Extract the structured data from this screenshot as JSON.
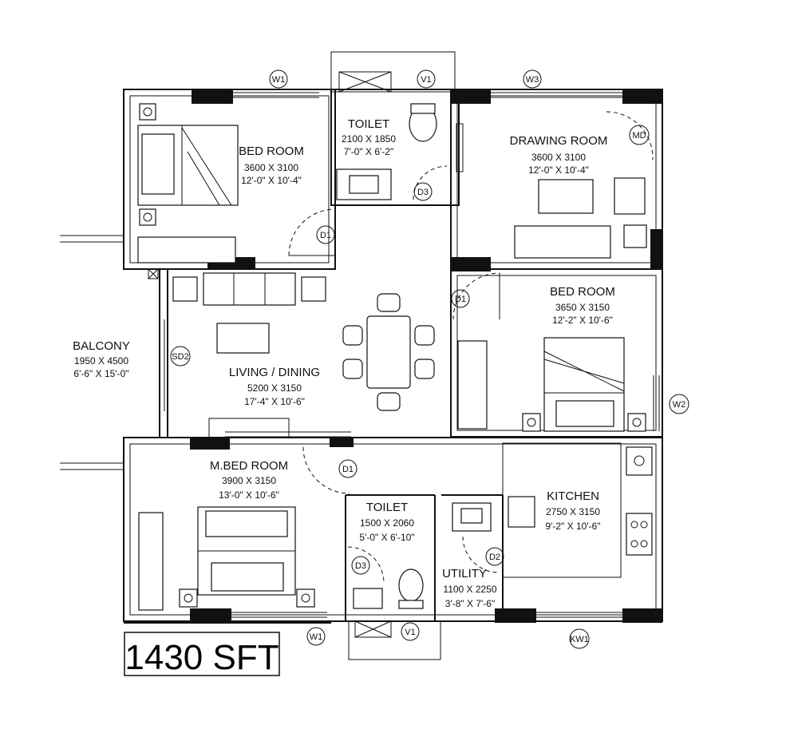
{
  "rooms": {
    "bedroom1": {
      "name": "BED ROOM",
      "dim_mm": "3600 X 3100",
      "dim_ft": "12'-0\" X 10'-4\""
    },
    "toilet1": {
      "name": "TOILET",
      "dim_mm": "2100 X 1850",
      "dim_ft": "7'-0\" X 6'-2\""
    },
    "drawing": {
      "name": "DRAWING ROOM",
      "dim_mm": "3600 X 3100",
      "dim_ft": "12'-0\" X 10'-4\""
    },
    "bedroom2": {
      "name": "BED ROOM",
      "dim_mm": "3650 X 3150",
      "dim_ft": "12'-2\" X 10'-6\""
    },
    "living": {
      "name": "LIVING / DINING",
      "dim_mm": "5200 X 3150",
      "dim_ft": "17'-4\" X 10'-6\""
    },
    "balcony": {
      "name": "BALCONY",
      "dim_mm": "1950 X 4500",
      "dim_ft": "6'-6\" X 15'-0\""
    },
    "mbedroom": {
      "name": "M.BED ROOM",
      "dim_mm": "3900 X 3150",
      "dim_ft": "13'-0\" X 10'-6\""
    },
    "toilet2": {
      "name": "TOILET",
      "dim_mm": "1500 X 2060",
      "dim_ft": "5'-0\" X 6'-10\""
    },
    "kitchen": {
      "name": "KITCHEN",
      "dim_mm": "2750 X 3150",
      "dim_ft": "9'-2\" X 10'-6\""
    },
    "utility": {
      "name": "UTILITY",
      "dim_mm": "1100 X 2250",
      "dim_ft": "3'-8\" X 7'-6\""
    }
  },
  "tags": {
    "w1_top": "W1",
    "v1_top": "V1",
    "w3": "W3",
    "md": "MD",
    "d3_top": "D3",
    "d1_bed1": "D1",
    "d1_bed2": "D1",
    "sd2": "SD2",
    "w2": "W2",
    "d1_mbed": "D1",
    "d3_bottom": "D3",
    "d2": "D2",
    "w1_bottom": "W1",
    "v1_bottom": "V1",
    "kw1": "KW1"
  },
  "total_area": "1430 SFT"
}
